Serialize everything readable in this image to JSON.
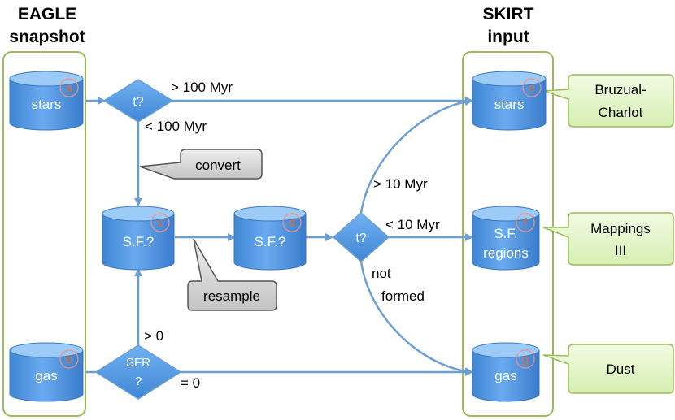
{
  "headers": {
    "left_line1": "EAGLE",
    "left_line2": "snapshot",
    "right_line1": "SKIRT",
    "right_line2": "input"
  },
  "cylinders": {
    "stars_in": {
      "label": "stars",
      "tag": "a"
    },
    "gas_in": {
      "label": "gas",
      "tag": "b"
    },
    "sf1": {
      "label": "S.F.?",
      "tag": "c"
    },
    "sf2": {
      "label": "S.F.?",
      "tag": "d"
    },
    "stars_out": {
      "label": "stars",
      "tag": "e"
    },
    "sf_out": {
      "line1": "S.F.",
      "line2": "regions",
      "tag": "f"
    },
    "gas_out": {
      "label": "gas",
      "tag": "g"
    }
  },
  "decisions": {
    "t1": {
      "label": "t?"
    },
    "t2": {
      "label": "t?"
    },
    "sfr": {
      "line1": "SFR",
      "line2": "?"
    }
  },
  "edge_labels": {
    "gt100": "> 100 Myr",
    "lt100": "< 100 Myr",
    "gt10": "> 10 Myr",
    "lt10": "< 10 Myr",
    "not_formed_1": "not",
    "not_formed_2": "formed",
    "gt0": "> 0",
    "eq0": "= 0"
  },
  "callouts": {
    "convert": "convert",
    "resample": "resample"
  },
  "models": {
    "bc_line1": "Bruzual-",
    "bc_line2": "Charlot",
    "map_line1": "Mappings",
    "map_line2": "III",
    "dust": "Dust"
  },
  "colors": {
    "arrow": "#6a9fd6",
    "panel_border": "#9bbb59",
    "cyl_top": "#8fc3f5",
    "cyl_body": "#4a8ed8",
    "tag": "#e07030",
    "model_fill": "#e4f6c8",
    "callout_fill": "#d6d6d6"
  }
}
